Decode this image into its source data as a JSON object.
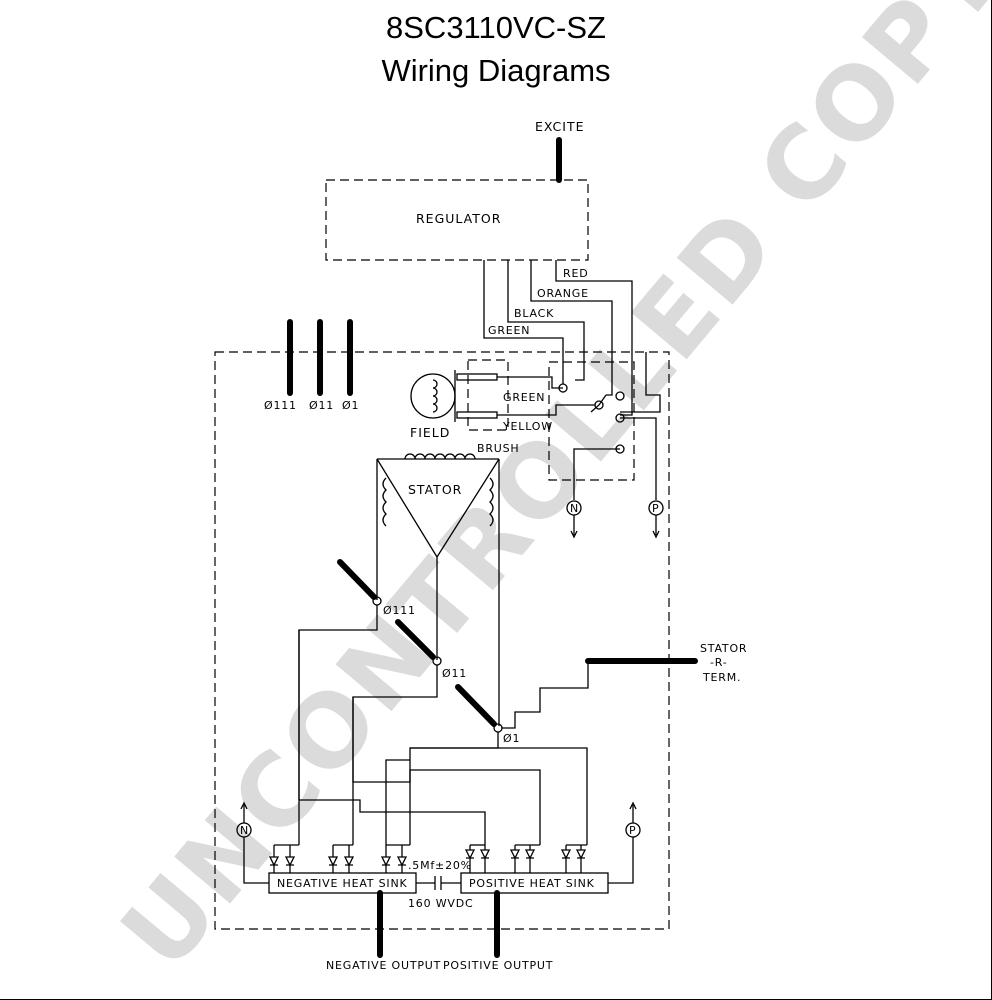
{
  "title": {
    "part_number": "8SC3110VC-SZ",
    "heading": "Wiring Diagrams"
  },
  "labels": {
    "excite": "EXCITE",
    "regulator": "REGULATOR",
    "red": "RED",
    "orange": "ORANGE",
    "black": "BLACK",
    "green_top": "GREEN",
    "green_field": "GREEN",
    "yellow": "YELLOW",
    "field": "FIELD",
    "brush": "BRUSH",
    "stator": "STATOR",
    "phase_111_top": "Ø111",
    "phase_11_top": "Ø11",
    "phase_1_top": "Ø1",
    "phase_111": "Ø111",
    "phase_11": "Ø11",
    "phase_1": "Ø1",
    "stator_term_1": "STATOR",
    "stator_term_2": "-R-",
    "stator_term_3": "TERM.",
    "neg_heat_sink": "NEGATIVE HEAT SINK",
    "pos_heat_sink": "POSITIVE HEAT SINK",
    "capacitor": ".5Mf±20%",
    "voltage": "160 WVDC",
    "neg_output": "NEGATIVE OUTPUT",
    "pos_output": "POSITIVE OUTPUT",
    "n": "N",
    "p": "P"
  },
  "watermark": "UNCONTROLLED COPY"
}
